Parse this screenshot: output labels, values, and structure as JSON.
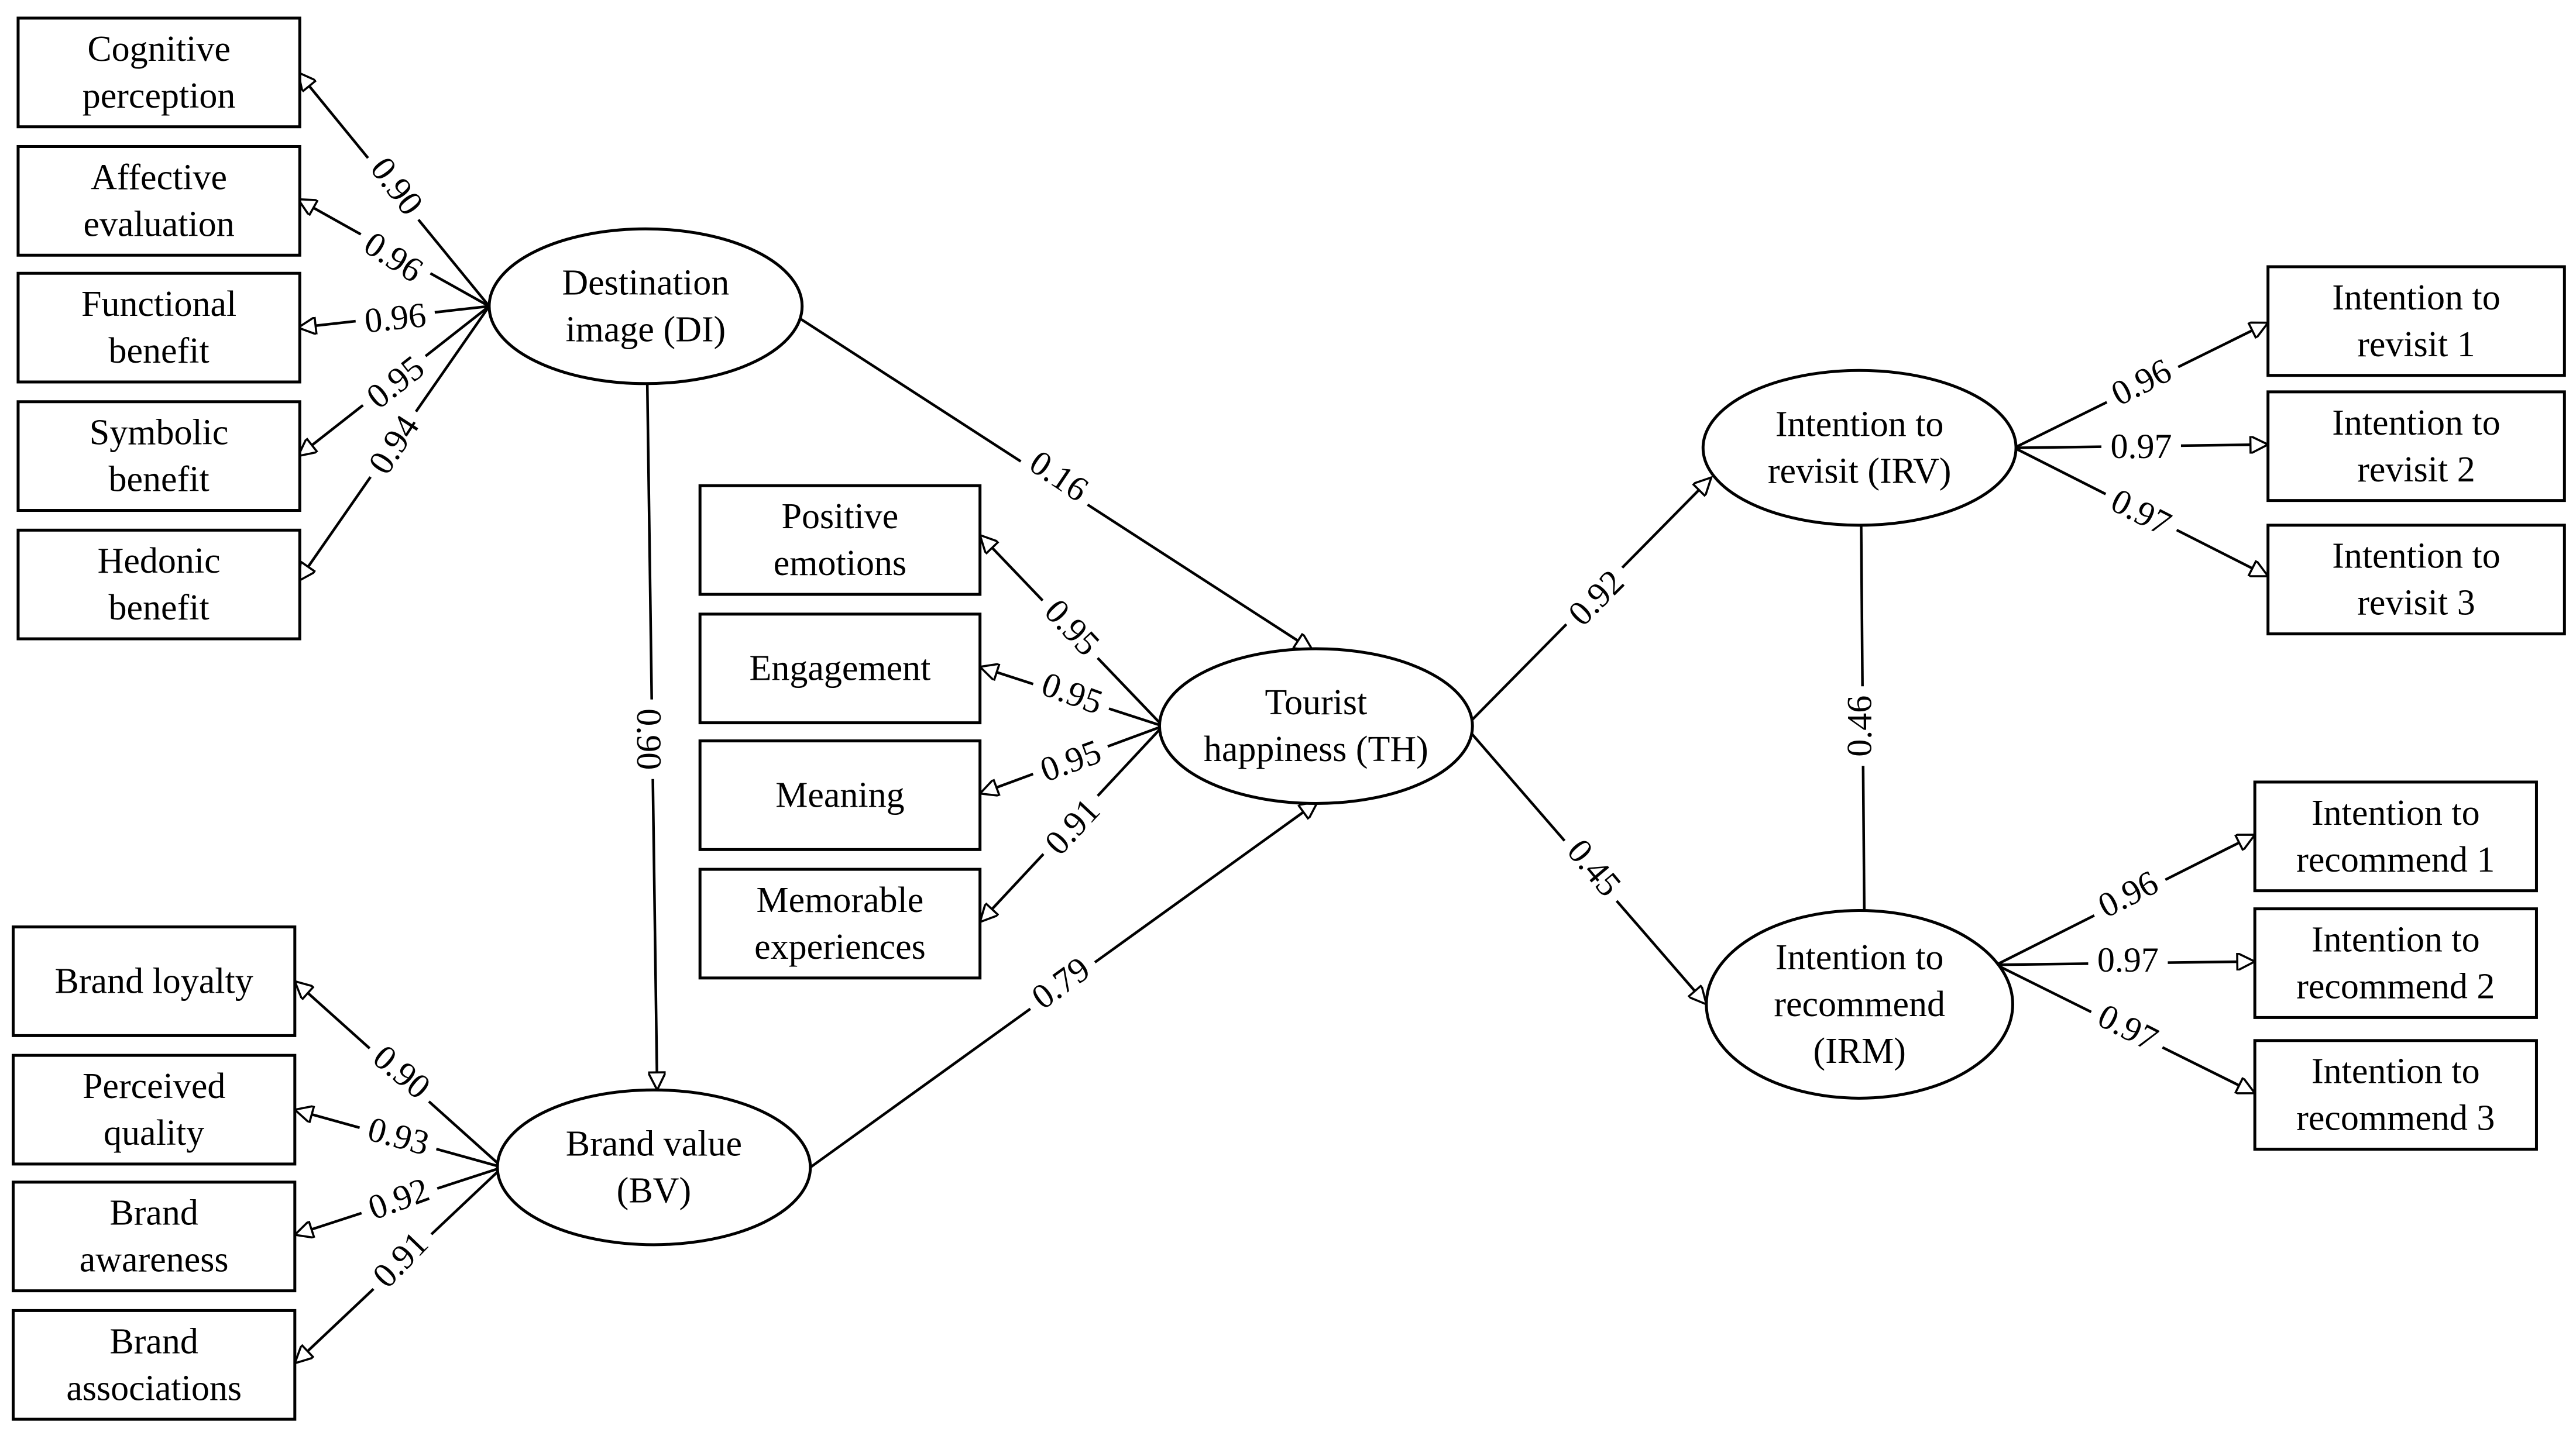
{
  "latents": {
    "di": [
      "Destination",
      "image (DI)"
    ],
    "bv": [
      "Brand value",
      "(BV)"
    ],
    "th": [
      "Tourist",
      "happiness (TH)"
    ],
    "irv": [
      "Intention to",
      "revisit (IRV)"
    ],
    "irm": [
      "Intention to",
      "recommend",
      "(IRM)"
    ]
  },
  "indicators": {
    "di": [
      [
        "Cognitive",
        "perception"
      ],
      [
        "Affective",
        "evaluation"
      ],
      [
        "Functional",
        "benefit"
      ],
      [
        "Symbolic",
        "benefit"
      ],
      [
        "Hedonic",
        "benefit"
      ]
    ],
    "bv": [
      [
        "Brand loyalty"
      ],
      [
        "Perceived",
        "quality"
      ],
      [
        "Brand",
        "awareness"
      ],
      [
        "Brand",
        "associations"
      ]
    ],
    "th": [
      [
        "Positive",
        "emotions"
      ],
      [
        "Engagement"
      ],
      [
        "Meaning"
      ],
      [
        "Memorable",
        "experiences"
      ]
    ],
    "irv": [
      [
        "Intention to",
        "revisit 1"
      ],
      [
        "Intention to",
        "revisit 2"
      ],
      [
        "Intention to",
        "revisit 3"
      ]
    ],
    "irm": [
      [
        "Intention to",
        "recommend 1"
      ],
      [
        "Intention to",
        "recommend 2"
      ],
      [
        "Intention to",
        "recommend 3"
      ]
    ]
  },
  "loadings": {
    "di": [
      "0.90",
      "0.96",
      "0.96",
      "0.95",
      "0.94"
    ],
    "bv": [
      "0.90",
      "0.93",
      "0.92",
      "0.91"
    ],
    "th": [
      "0.95",
      "0.95",
      "0.95",
      "0.91"
    ],
    "irv": [
      "0.96",
      "0.97",
      "0.97"
    ],
    "irm": [
      "0.96",
      "0.97",
      "0.97"
    ]
  },
  "paths": {
    "di_th": "0.16",
    "di_bv": "0.90",
    "bv_th": "0.79",
    "th_irv": "0.92",
    "th_irm": "0.45",
    "irv_irm": "0.46"
  }
}
